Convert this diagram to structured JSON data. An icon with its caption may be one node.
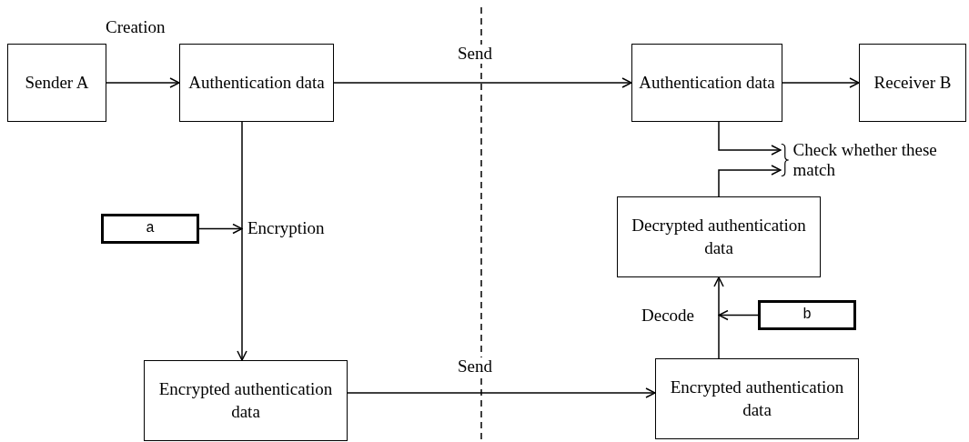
{
  "diagram": {
    "nodes": [
      {
        "text": [
          "Sender A"
        ]
      },
      {
        "text": [
          "Authentication data"
        ]
      },
      {
        "text": [
          "Authentication data"
        ]
      },
      {
        "text": [
          "Receiver B"
        ]
      },
      {
        "text": [
          "a"
        ]
      },
      {
        "text": [
          "Decrypted authentication data"
        ]
      },
      {
        "text": [
          "b"
        ]
      },
      {
        "text": [
          "Encrypted authentication data"
        ]
      },
      {
        "text": [
          "Encrypted authentication data"
        ]
      },
      {
        "text": [
          "Check whether these match"
        ]
      }
    ],
    "edges": [
      {
        "from": 0,
        "to": 1,
        "arrow": "to",
        "label": "Creation"
      },
      {
        "from": 1,
        "to": 2,
        "arrow": "to",
        "label": "Send"
      },
      {
        "from": 2,
        "to": 3,
        "arrow": "to"
      },
      {
        "from": 1,
        "to": 7,
        "arrow": "to",
        "label": "Encryption"
      },
      {
        "from": 4,
        "to": null,
        "arrow": "to"
      },
      {
        "from": 7,
        "to": 8,
        "arrow": "to",
        "label": "Send"
      },
      {
        "from": 8,
        "to": 5,
        "arrow": "to",
        "label": "Decode"
      },
      {
        "from": 6,
        "to": null,
        "arrow": "to"
      },
      {
        "from": 2,
        "to": 9,
        "arrow": "to"
      },
      {
        "from": 5,
        "to": 9,
        "arrow": "to"
      }
    ]
  }
}
